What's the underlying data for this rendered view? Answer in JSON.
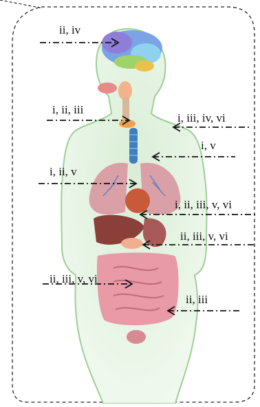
{
  "labels": {
    "brain": "ii, iv",
    "throat": "i, ii, iii",
    "thyroid": "i, iii, iv, vi",
    "trachea": "i, v",
    "lungs": "i, ii, v",
    "heart": "i, ii, iii, v, vi",
    "liver_stomach": "ii, iii, v, vi",
    "intestine": "ii, iii, v, vi",
    "lower_intestine": "ii, iii"
  },
  "colors": {
    "body_fill": "#dcefd9",
    "body_stroke": "#9ccf95",
    "arrow_glow": "#f8c98a",
    "arrow_line": "#111111"
  }
}
